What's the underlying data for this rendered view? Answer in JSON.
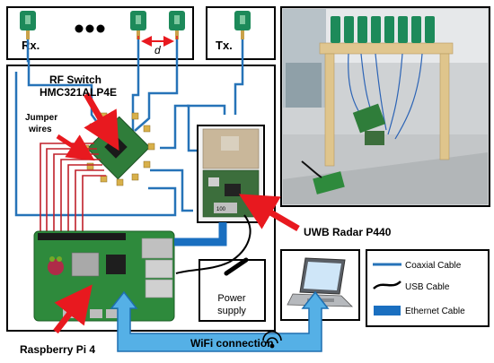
{
  "labels": {
    "rx": "Rx.",
    "tx": "Tx.",
    "distance": "d",
    "rf_switch_line1": "RF Switch",
    "rf_switch_line2": "HMC321ALP4E",
    "jumper_line1": "Jumper",
    "jumper_line2": "wires",
    "uwb_radar": "UWB Radar P440",
    "raspberry_pi": "Raspberry Pi 4",
    "power_line1": "Power",
    "power_line2": "supply",
    "wifi": "WiFi connection",
    "radar_module_marking": "100"
  },
  "legend": [
    {
      "label": "Coaxial Cable",
      "style": "coax",
      "color": "#2673b8"
    },
    {
      "label": "USB Cable",
      "style": "usb",
      "color": "#000000"
    },
    {
      "label": "Ethernet Cable",
      "style": "ethernet",
      "color": "#1a6fc0"
    }
  ],
  "colors": {
    "coax": "#2673b8",
    "ethernet": "#1a6fc0",
    "pointer_arrow": "#e8191f",
    "wifi_arrow_fill": "#55b0e6",
    "antenna_pcb": "#1d8a5a",
    "jumper_wire": "#c0202a"
  },
  "icons": [
    "wifi-icon",
    "laptop-icon",
    "antenna-icon",
    "rf-switch-board",
    "radar-module",
    "raspberry-pi-board"
  ]
}
